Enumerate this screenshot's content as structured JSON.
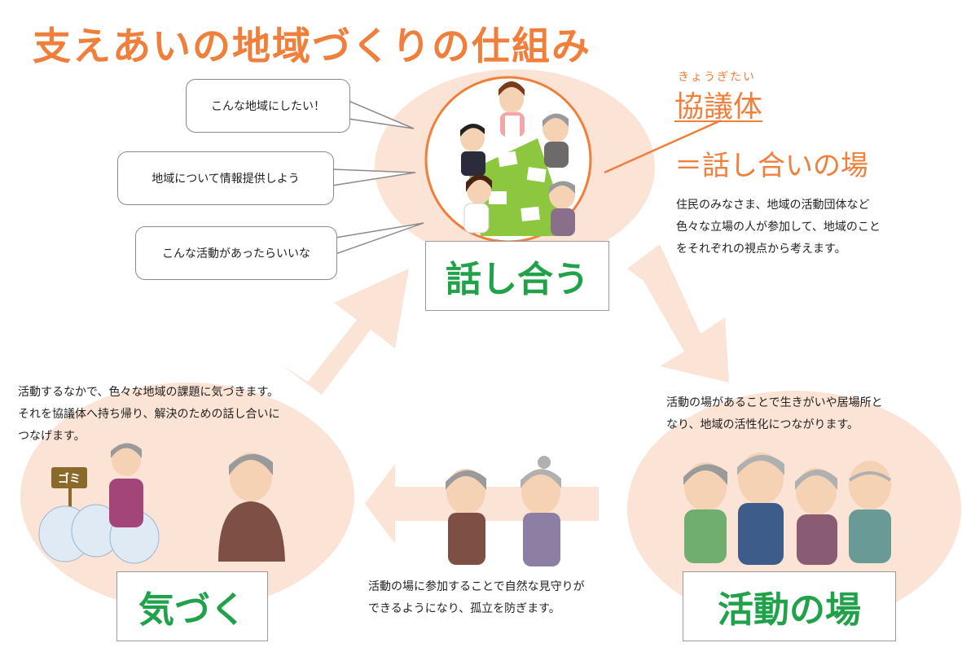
{
  "title": "支えあいの地域づくりの仕組み",
  "bubbles": [
    "こんな地域にしたい！",
    "地域について情報提供しよう",
    "こんな活動があったらいいな"
  ],
  "stages": {
    "hanashiau": "話し合う",
    "kizuku": "気づく",
    "katsudo": "活動の場"
  },
  "kyogitai": {
    "ruby": "きょうぎたい",
    "term": "協議体",
    "definition": "＝話し合いの場",
    "description": [
      "住民のみなさま、地域の活動団体など",
      "色々な立場の人が参加して、地域のこと",
      "をそれぞれの視点から考えます。"
    ]
  },
  "texts": {
    "kizuku_desc": [
      "活動するなかで、色々な地域の課題に気づきます。",
      "それを協議体へ持ち帰り、解決のための話し合いに",
      "つなげます。"
    ],
    "katsudo_desc": [
      "活動の場があることで生きがいや居場所と",
      "なり、地域の活性化につながります。"
    ],
    "mimamori_desc": [
      "活動の場に参加することで自然な見守りが",
      "できるようになり、孤立を防ぎます。"
    ]
  },
  "sign_text": "ゴミ",
  "colors": {
    "title": "#ef7f3a",
    "stage_label": "#1fa24a",
    "blob": "#fbe3d6",
    "arrow": "#fbe3d6",
    "circle": "#ef7f3a",
    "table": "#8dc63f"
  }
}
